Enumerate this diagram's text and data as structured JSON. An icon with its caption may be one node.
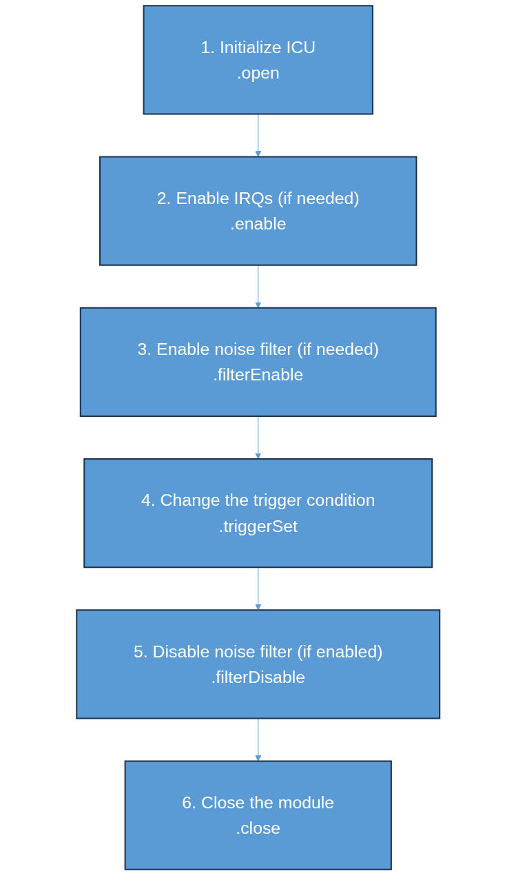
{
  "diagram": {
    "nodes": [
      {
        "text": [
          "1. Initialize ICU",
          ".open"
        ]
      },
      {
        "text": [
          "2. Enable IRQs (if needed)",
          ".enable"
        ]
      },
      {
        "text": [
          "3. Enable noise filter (if needed)",
          ".filterEnable"
        ]
      },
      {
        "text": [
          "4. Change the trigger condition",
          ".triggerSet"
        ]
      },
      {
        "text": [
          "5. Disable noise filter (if enabled)",
          ".filterDisable"
        ]
      },
      {
        "text": [
          "6. Close the module",
          ".close"
        ]
      }
    ],
    "edges": [
      {
        "from": 0,
        "to": 1,
        "arrow": "to"
      },
      {
        "from": 1,
        "to": 2,
        "arrow": "to"
      },
      {
        "from": 2,
        "to": 3,
        "arrow": "to"
      },
      {
        "from": 3,
        "to": 4,
        "arrow": "to"
      },
      {
        "from": 4,
        "to": 5,
        "arrow": "to"
      }
    ]
  }
}
